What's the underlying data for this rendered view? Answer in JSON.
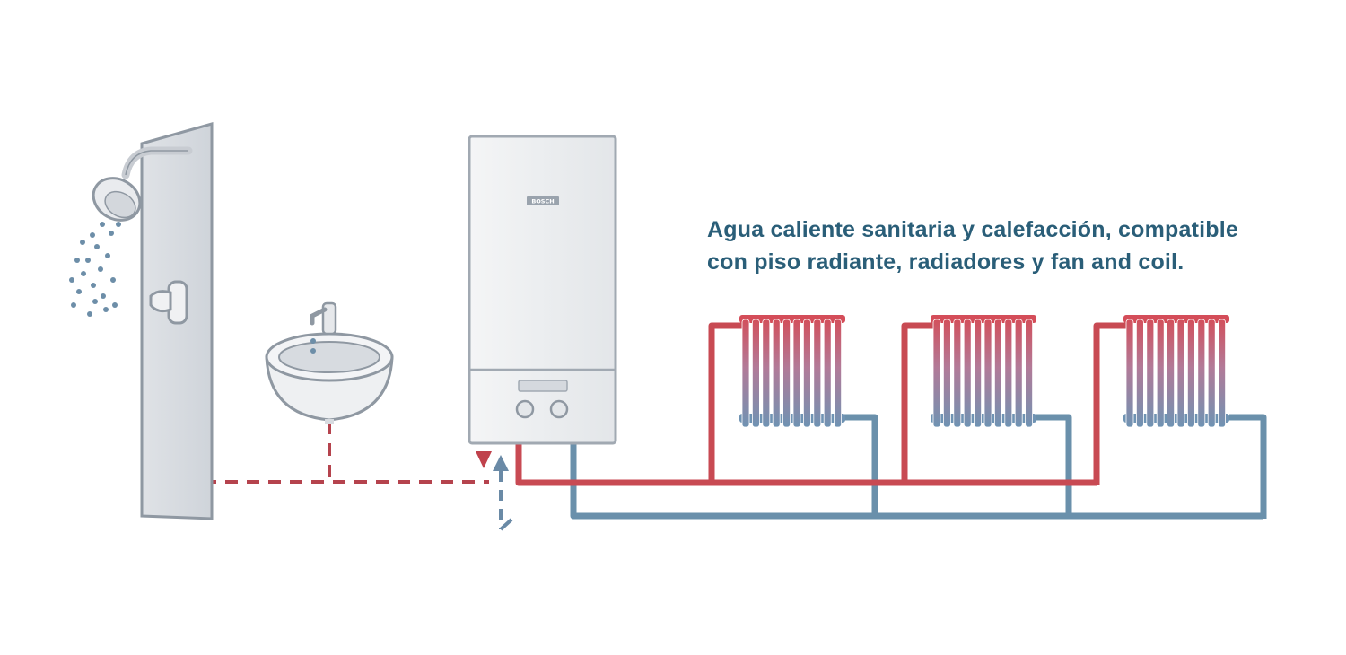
{
  "caption": {
    "line1": "Agua caliente sanitaria y calefacción, compatible",
    "line2": "con piso radiante, radiadores y fan and coil."
  },
  "boiler": {
    "brand": "BOSCH"
  },
  "colors": {
    "hot_pipe": "#c84a53",
    "cold_pipe": "#6a90ab",
    "caption_text": "#2a5e78",
    "appliance_body": "#eeeff1",
    "outline": "#9aa3ad"
  },
  "icons": [
    "shower-icon",
    "sink-icon",
    "boiler-icon",
    "radiator-icon"
  ]
}
